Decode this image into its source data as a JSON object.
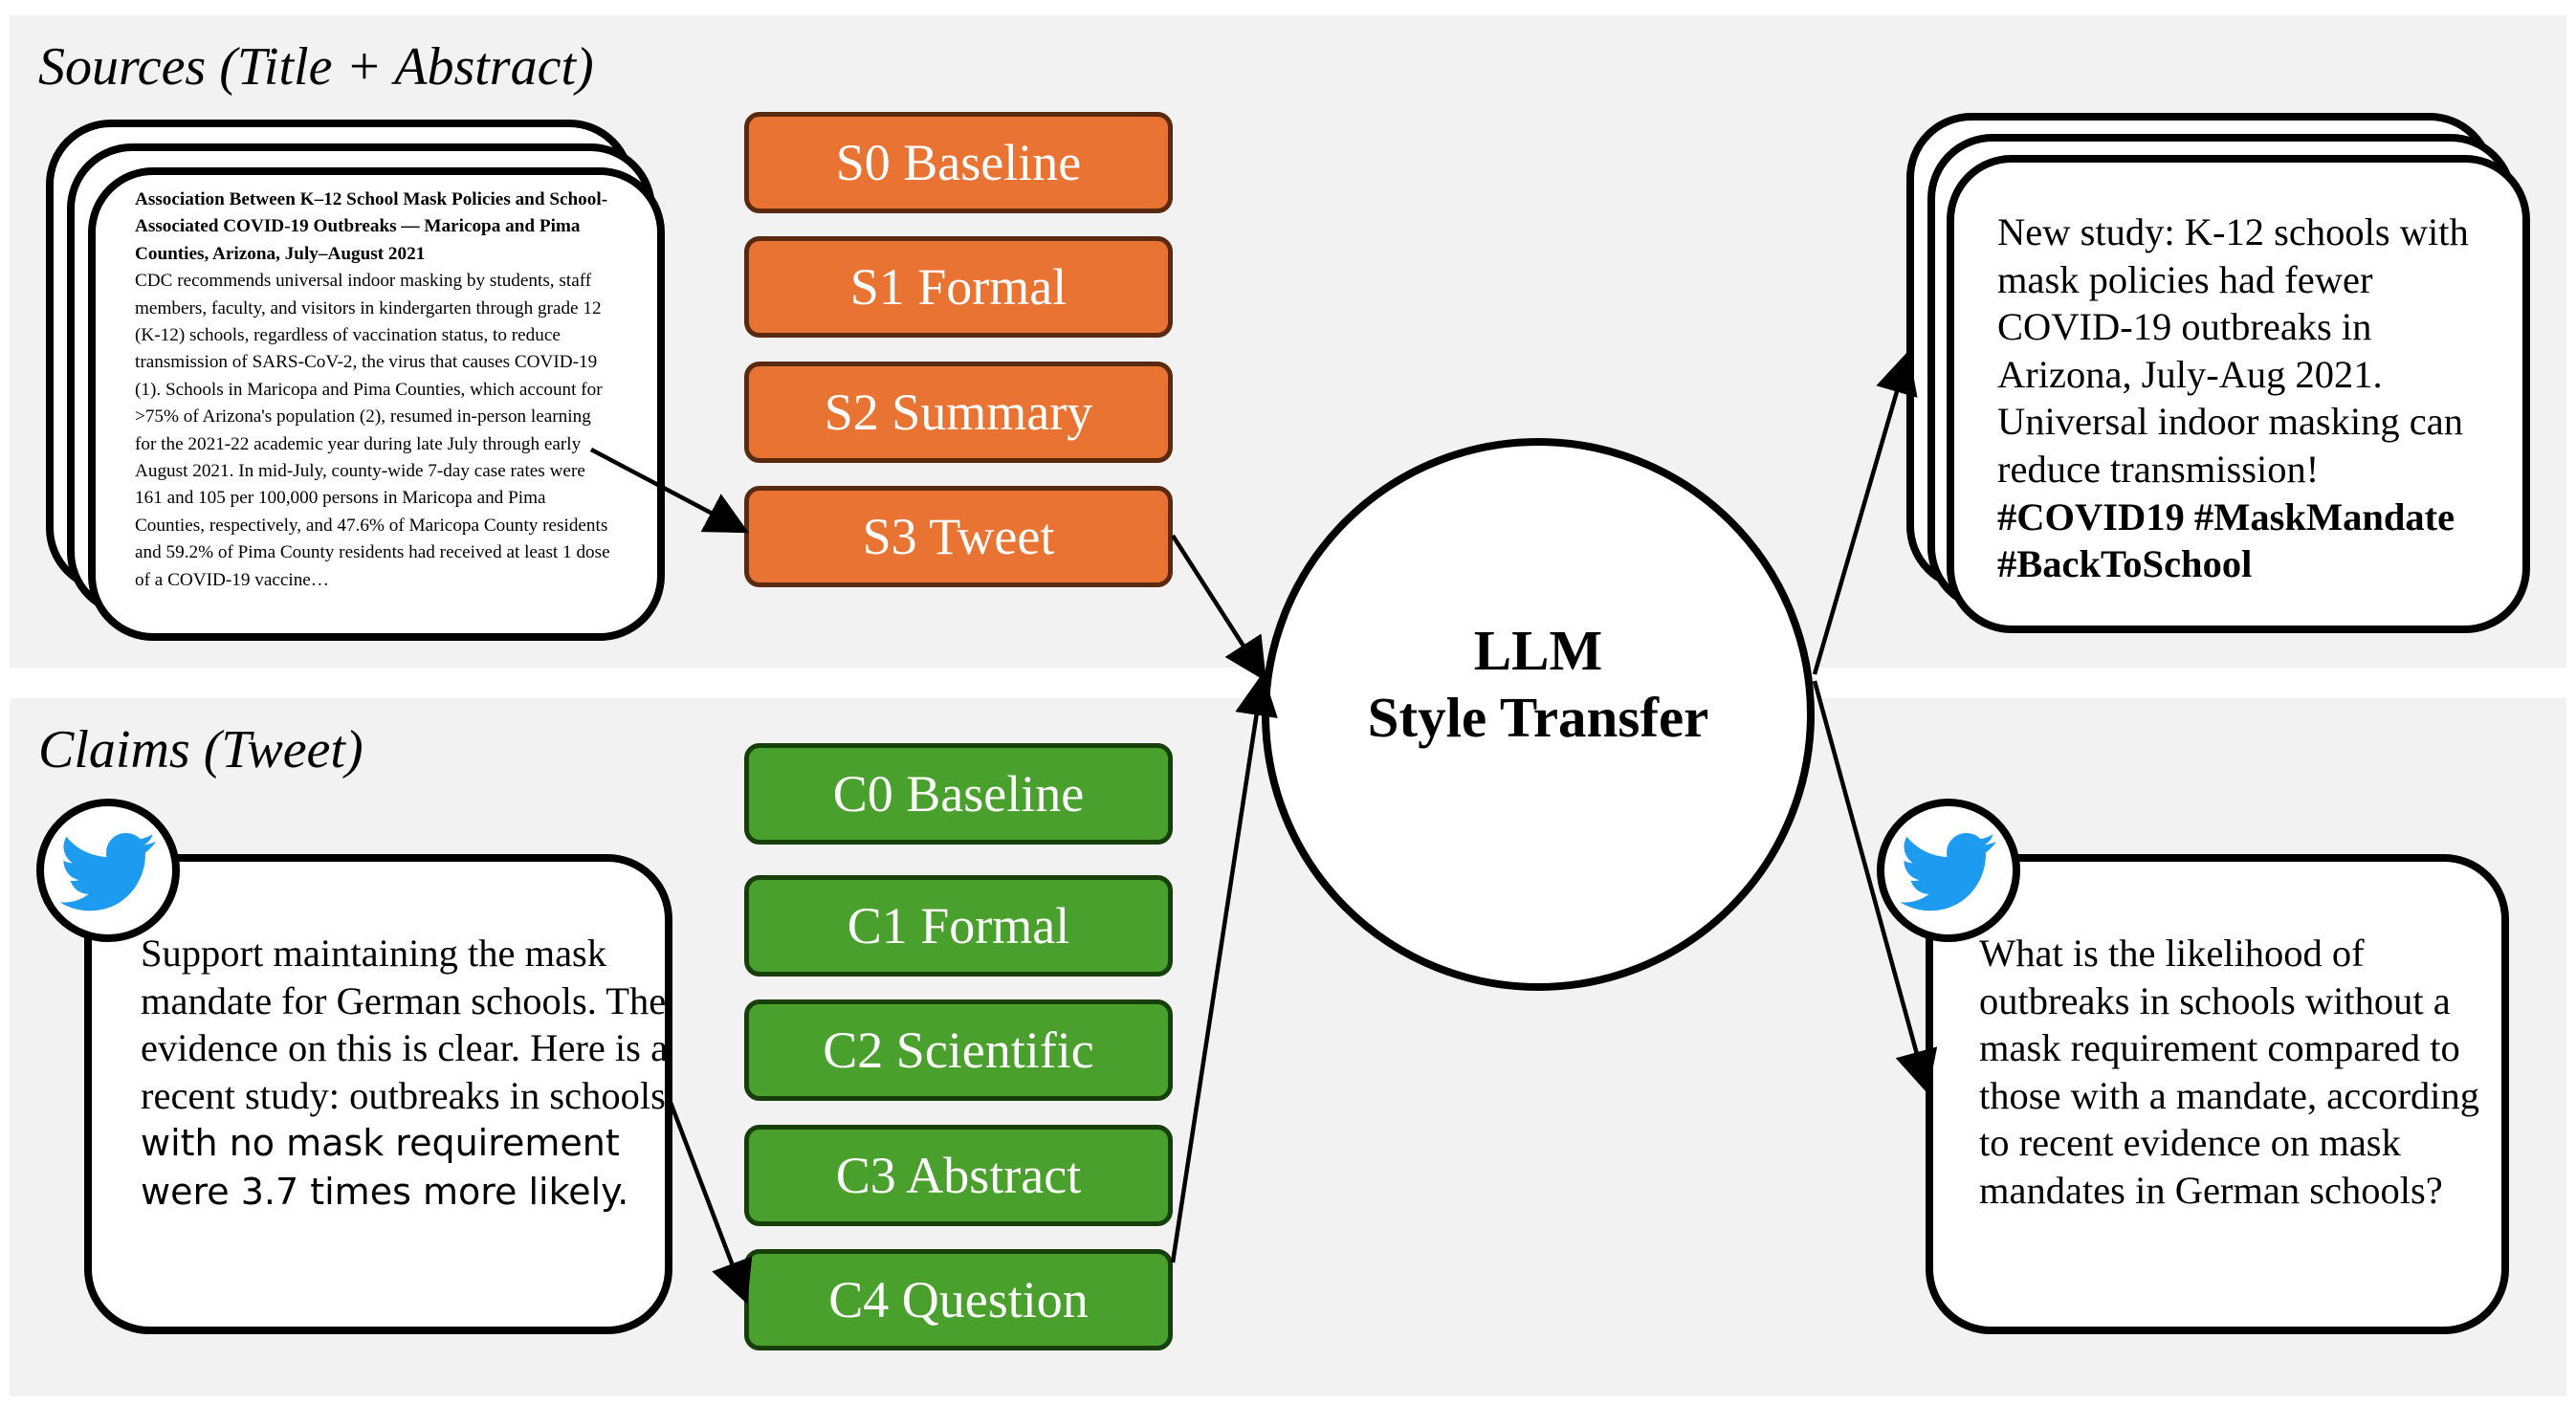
{
  "sources_title": "Sources (Title + Abstract)",
  "claims_title": "Claims (Tweet)",
  "source_document": {
    "title": "Association Between K–12 School Mask Policies and School-Associated COVID-19 Outbreaks — Maricopa and Pima Counties, Arizona, July–August 2021",
    "abstract": "CDC recommends universal indoor masking by students, staff members, faculty, and visitors in kindergarten through grade 12 (K-12) schools, regardless of vaccination status, to reduce transmission of SARS-CoV-2, the virus that causes COVID-19 (1). Schools in Maricopa and Pima Counties, which account for >75% of Arizona's population (2), resumed in-person learning for the 2021-22 academic year during late July through early August 2021. In mid-July, county-wide 7-day case rates were 161 and 105 per 100,000 persons in Maricopa and Pima Counties, respectively, and 47.6% of Maricopa County residents and 59.2% of Pima County residents had received at least 1 dose of a COVID-19 vaccine…"
  },
  "source_styles": [
    "S0 Baseline",
    "S1 Formal",
    "S2 Summary",
    "S3 Tweet"
  ],
  "claim_styles": [
    "C0 Baseline",
    "C1 Formal",
    "C2 Scientific",
    "C3 Abstract",
    "C4 Question"
  ],
  "llm": {
    "line1": "LLM",
    "line2": "Style Transfer"
  },
  "source_output": {
    "text": "New study: K-12 schools with mask policies had fewer COVID-19 outbreaks in Arizona, July-Aug 2021. Universal indoor masking can reduce transmission!",
    "hashtags": "#COVID19 #MaskMandate #BackToSchool"
  },
  "claim_input": {
    "text": "Support maintaining the mask mandate for German schools. The evidence on this is clear. Here is a recent study: outbreaks in schools",
    "text_end": "with no mask requirement were 3.7 times more likely."
  },
  "claim_output": {
    "text": "What is the likelihood of outbreaks in schools without a mask requirement compared to those with a mandate, according to recent evidence on mask mandates in German schools?"
  },
  "colors": {
    "source_style": "#e87333",
    "claim_style": "#4aa02c",
    "panel": "#f2f2f2",
    "twitter": "#1d9bf0"
  },
  "icons": [
    "twitter-bird-icon"
  ]
}
